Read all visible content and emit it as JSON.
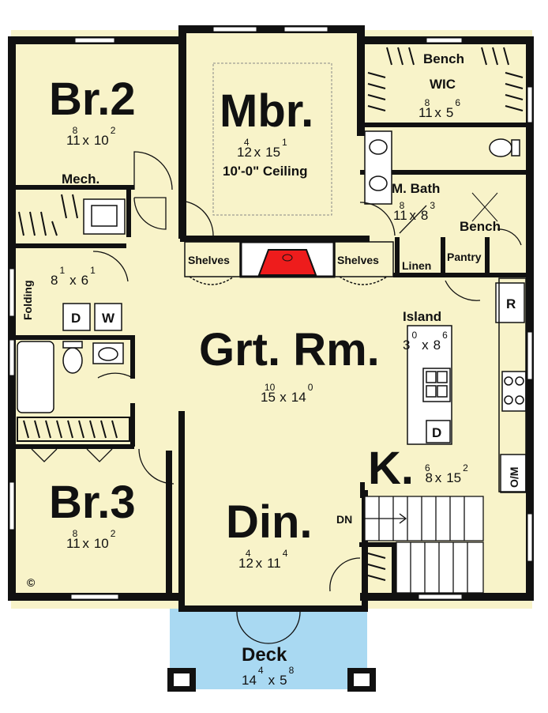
{
  "colors": {
    "floor": "#f8f3c9",
    "wall": "#111111",
    "deck": "#a9d9f2",
    "fireplace": "#ee1c1c"
  },
  "rooms": {
    "br2": {
      "name": "Br.2",
      "w": "11",
      "wi": "8",
      "l": "10",
      "li": "2"
    },
    "mbr": {
      "name": "Mbr.",
      "w": "12",
      "wi": "4",
      "l": "15",
      "li": "1",
      "note": "10'-0\" Ceiling"
    },
    "wic": {
      "name": "WIC",
      "w": "11",
      "wi": "8",
      "l": "5",
      "li": "6",
      "bench": "Bench"
    },
    "mbath": {
      "name": "M. Bath",
      "w": "11",
      "wi": "8",
      "l": "8",
      "li": "3",
      "bench": "Bench"
    },
    "mech": {
      "name": "Mech."
    },
    "laundry": {
      "label": "Folding",
      "w": "8",
      "wi": "1",
      "l": "6",
      "li": "1",
      "dryer": "D",
      "washer": "W"
    },
    "grtrm": {
      "name": "Grt. Rm.",
      "w": "15",
      "wi": "10",
      "l": "14",
      "li": "0"
    },
    "island": {
      "name": "Island",
      "w": "3",
      "wi": "0",
      "l": "8",
      "li": "6",
      "dishwasher": "D"
    },
    "kitchen": {
      "name": "K.",
      "w": "8",
      "wi": "6",
      "l": "15",
      "li": "2",
      "fridge": "R",
      "oven": "O/M"
    },
    "br3": {
      "name": "Br.3",
      "w": "11",
      "wi": "8",
      "l": "10",
      "li": "2"
    },
    "din": {
      "name": "Din.",
      "w": "12",
      "wi": "4",
      "l": "11",
      "li": "4"
    },
    "deck": {
      "name": "Deck",
      "w": "14",
      "wi": "4",
      "l": "5",
      "li": "8"
    }
  },
  "labels": {
    "shelves_left": "Shelves",
    "shelves_right": "Shelves",
    "linen": "Linen",
    "pantry": "Pantry",
    "stair_dn": "DN",
    "copyright": "©"
  }
}
